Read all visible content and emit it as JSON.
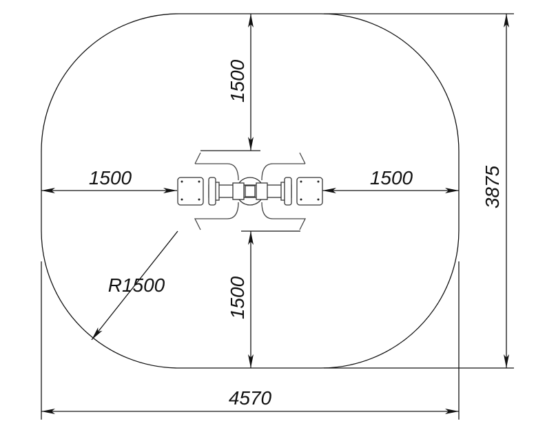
{
  "diagram": {
    "dimensions": {
      "left_clearance": "1500",
      "right_clearance": "1500",
      "top_clearance": "1500",
      "bottom_clearance": "1500",
      "corner_radius": "R1500",
      "total_height": "3875",
      "total_width": "4570"
    },
    "colors": {
      "line": "#111111"
    }
  }
}
